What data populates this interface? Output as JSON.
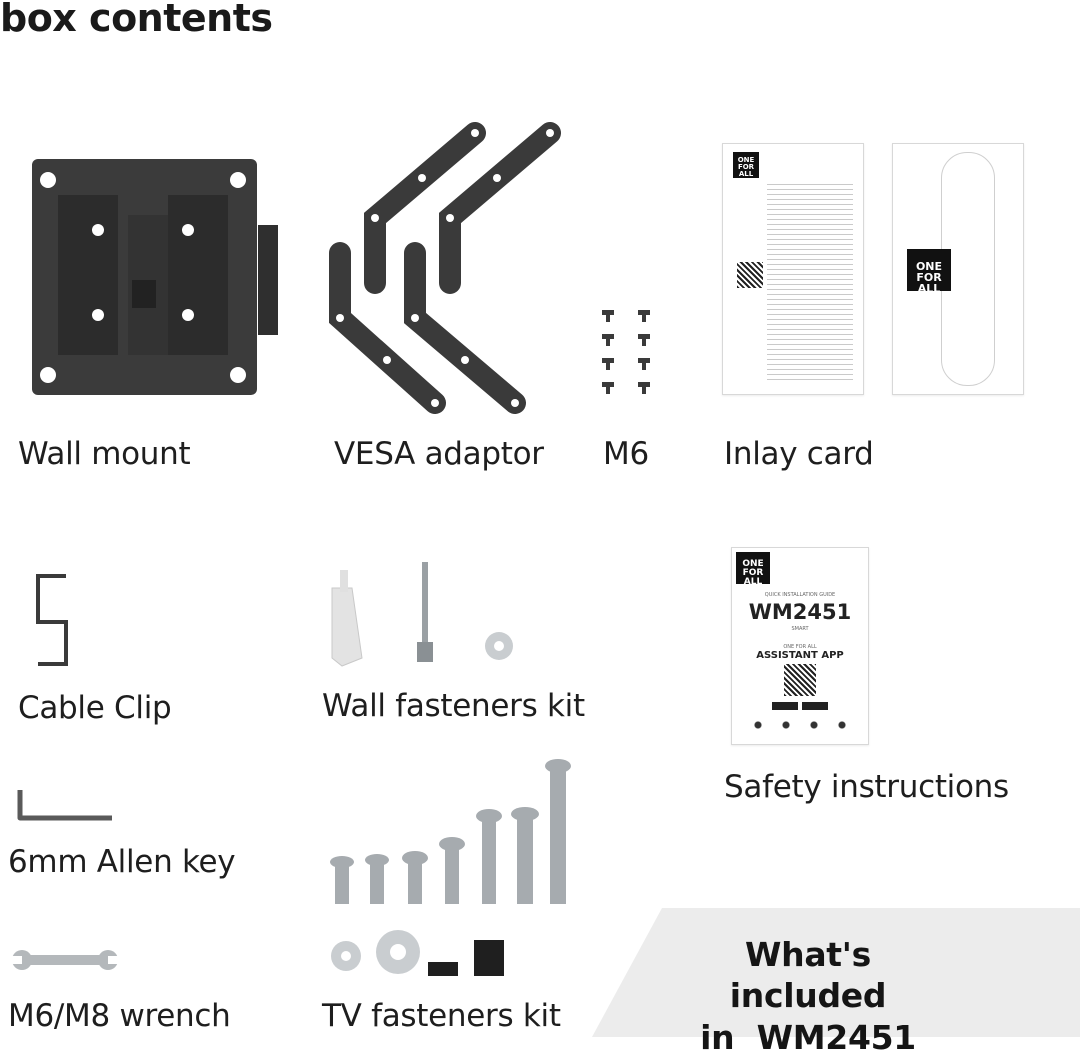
{
  "header": {
    "title": "box contents"
  },
  "items": {
    "wall_mount": "Wall mount",
    "vesa_adaptor": "VESA adaptor",
    "m6": "M6",
    "inlay_card": "Inlay card",
    "cable_clip": "Cable Clip",
    "wall_fasteners": "Wall fasteners kit",
    "safety": "Safety instructions",
    "allen_key": "6mm Allen key",
    "wrench": "M6/M8 wrench",
    "tv_fasteners": "TV fasteners kit"
  },
  "brand": {
    "logo_line1": "ONE",
    "logo_line2": "FOR ALL"
  },
  "safety_card": {
    "subtitle": "QUICK INSTALLATION GUIDE",
    "model": "WM2451",
    "variant": "SMART",
    "app_line1": "ONE FOR ALL",
    "app_line2": "ASSISTANT APP"
  },
  "banner": {
    "line1": "What's included",
    "line2": "in  WM2451"
  },
  "colors": {
    "metal": "#3a3a3a",
    "banner_bg": "#ececec"
  }
}
